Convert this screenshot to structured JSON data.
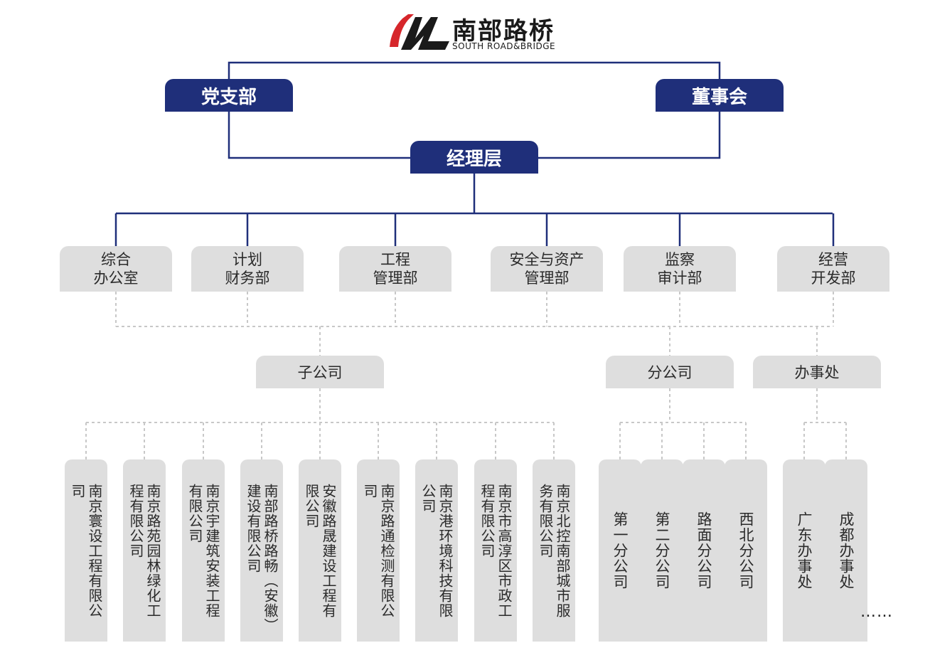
{
  "logo": {
    "name_cn": "南部路桥",
    "name_en": "SOUTH ROAD&BRIDGE",
    "mark": "NL"
  },
  "top": {
    "party": "党支部",
    "board": "董事会",
    "management": "经理层"
  },
  "departments": [
    {
      "line1": "综合",
      "line2": "办公室"
    },
    {
      "line1": "计划",
      "line2": "财务部"
    },
    {
      "line1": "工程",
      "line2": "管理部"
    },
    {
      "line1": "安全与资产",
      "line2": "管理部"
    },
    {
      "line1": "监察",
      "line2": "审计部"
    },
    {
      "line1": "经营",
      "line2": "开发部"
    }
  ],
  "groups": {
    "subsidiaries": "子公司",
    "branches": "分公司",
    "offices": "办事处"
  },
  "subsidiaries": [
    "南京寰设工程有限公司",
    "南京路苑园林绿化工程有限公司",
    "南京宇建筑安装工程有限公司",
    "南部路桥路畅（安徽）建设有限公司",
    "安徽路晟建设工程有限公司",
    "南京路通检测有限公司",
    "南京港环境科技有限公司",
    "南京市高淳区市政工程有限公司",
    "南京北控南部城市服务有限公司"
  ],
  "branches": [
    "第一分公司",
    "第二分公司",
    "路面分公司",
    "西北分公司"
  ],
  "offices": [
    "广东办事处",
    "成都办事处"
  ],
  "more": "……",
  "colors": {
    "navy": "#1f2f7a",
    "grey_box": "#dedede",
    "dotted": "#c8c8c8",
    "logo_red": "#d6262b"
  }
}
